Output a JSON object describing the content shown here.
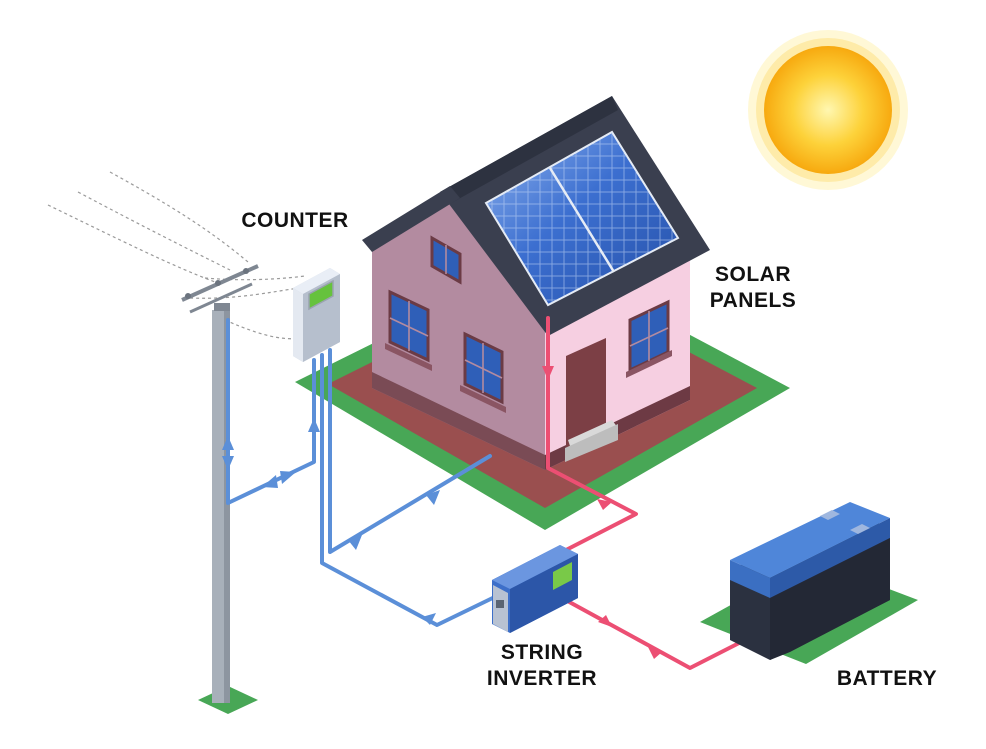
{
  "labels": {
    "counter": "COUNTER",
    "solar_panels": [
      "SOLAR",
      "PANELS"
    ],
    "string_inverter": [
      "STRING",
      "INVERTER"
    ],
    "battery": "BATTERY"
  },
  "colors": {
    "grid_line": "#5b8fd8",
    "dc_line": "#ec4f73",
    "grass": "#48a756",
    "ground": "#9a4f4f",
    "wall_light": "#f6cfe1",
    "wall_dark": "#b38ba0",
    "roof": "#3a3f4f",
    "panel": "#3466c8",
    "sun": "#fbb814",
    "battery_top": "#4f86d9",
    "battery_body": "#2b3140"
  }
}
